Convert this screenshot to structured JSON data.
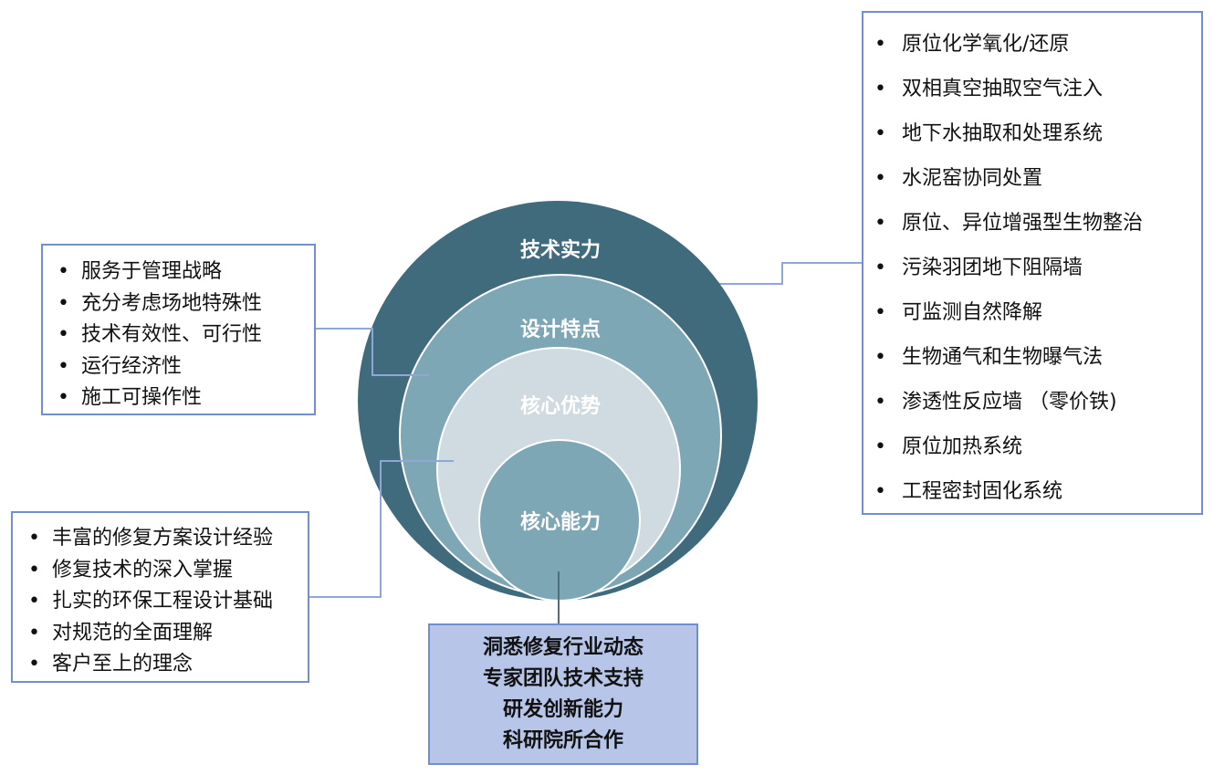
{
  "rings": {
    "outer": "技术实力",
    "second": "设计特点",
    "third": "核心优势",
    "inner": "核心能力"
  },
  "colors": {
    "outer_ring": "#3f6b7c",
    "second_ring": "#7ea7b6",
    "third_ring": "#cfdbe0",
    "inner_ring": "#7ea7b6",
    "box_border": "#6f8fcf",
    "highlight_box_fill": "#b6c5e8"
  },
  "design_features": [
    "服务于管理战略",
    "充分考虑场地特殊性",
    "技术有效性、可行性",
    "运行经济性",
    "施工可操作性"
  ],
  "core_advantages": [
    "丰富的修复方案设计经验",
    "修复技术的深入掌握",
    "扎实的环保工程设计基础",
    "对规范的全面理解",
    "客户至上的理念"
  ],
  "technical_strength": [
    "原位化学氧化/还原",
    "双相真空抽取空气注入",
    "地下水抽取和处理系统",
    "水泥窑协同处置",
    "原位、异位增强型生物整治",
    "污染羽团地下阻隔墙",
    "可监测自然降解",
    "生物通气和生物曝气法",
    "渗透性反应墙 （零价铁)",
    "原位加热系统",
    "工程密封固化系统"
  ],
  "core_capabilities": [
    "洞悉修复行业动态",
    "专家团队技术支持",
    "研发创新能力",
    "科研院所合作"
  ]
}
